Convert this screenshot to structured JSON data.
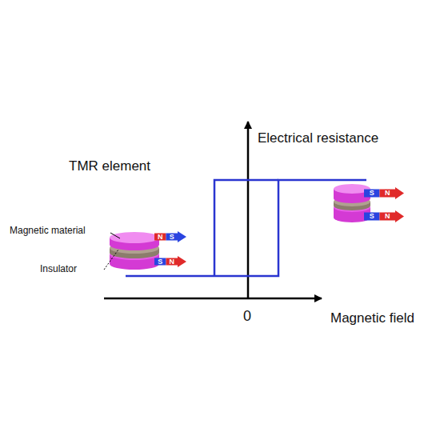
{
  "diagram": {
    "nodes": [
      {
        "text": [
          "N",
          "S"
        ]
      },
      {
        "text": [
          "S",
          "N"
        ]
      },
      {
        "text": [
          "S",
          "N"
        ]
      },
      {
        "text": [
          "S",
          "N"
        ]
      }
    ],
    "labels": [
      "Electrical resistance",
      "TMR element",
      "Magnetic material",
      "Insulator",
      "0",
      "Magnetic field"
    ]
  }
}
